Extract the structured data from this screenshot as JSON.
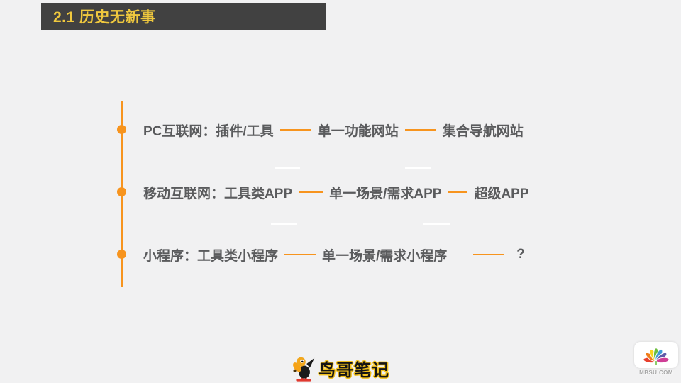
{
  "slide": {
    "title": "2.1 历史无新事",
    "colors": {
      "background": "#f1f1f2",
      "header_bg": "#414141",
      "header_text": "#efc83e",
      "accent_orange": "#f7941e",
      "body_text": "#5a5b5d"
    }
  },
  "timeline": {
    "rows": [
      {
        "items": [
          "PC互联网：插件/工具",
          "单一功能网站",
          "集合导航网站"
        ]
      },
      {
        "items": [
          "移动互联网：工具类APP",
          "单一场景/需求APP",
          "超级APP"
        ]
      },
      {
        "items": [
          "小程序：工具类小程序",
          "单一场景/需求小程序",
          "?"
        ]
      }
    ]
  },
  "footer": {
    "brand_text": "鸟哥笔记",
    "bird_icon": "toucan-mascot-icon"
  },
  "watermark": {
    "text": "MBSU.COM",
    "icon": "peacock-logo-icon"
  }
}
